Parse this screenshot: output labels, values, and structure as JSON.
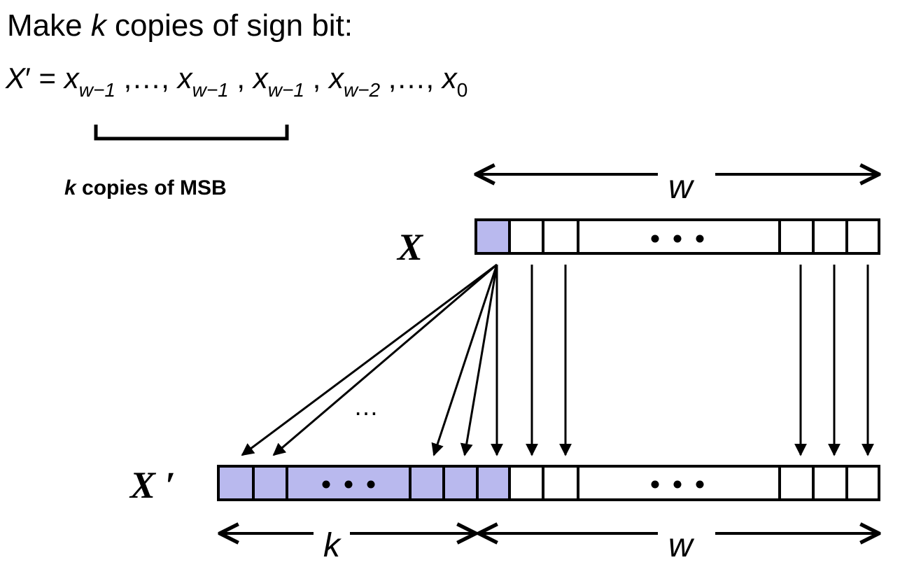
{
  "heading": {
    "prefix": "Make ",
    "k": "k",
    "suffix": " copies of sign bit:"
  },
  "formula": {
    "lhs": "X",
    "prime": "′",
    "eq": " = ",
    "x": "x",
    "sub_msb": "w−1",
    "sub_second": "w−2",
    "sub_zero": "0",
    "sep": " ,…, ",
    "comma": " , "
  },
  "brace_label": {
    "k": "k",
    "rest": " copies of MSB"
  },
  "labels": {
    "x": "X",
    "x_prime": "X ′",
    "w": "w",
    "k": "k",
    "bits_ellipsis": "…"
  },
  "colors": {
    "sign_fill": "#b9b9ee",
    "stroke": "#000000",
    "empty_fill": "#ffffff"
  }
}
